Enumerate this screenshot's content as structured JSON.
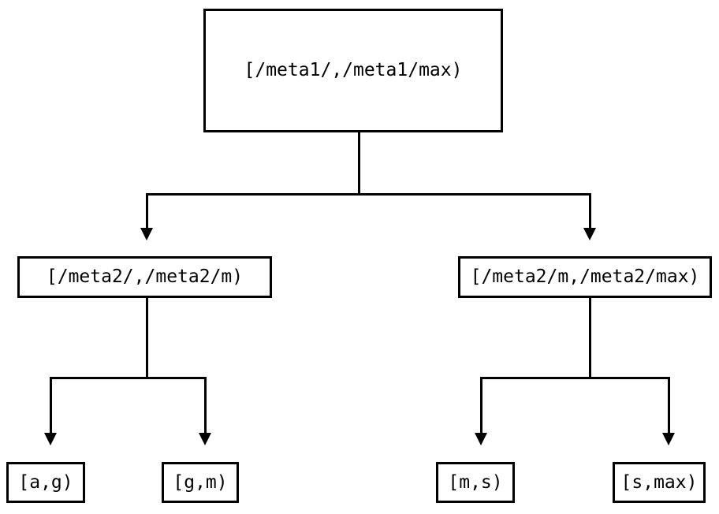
{
  "diagram": {
    "type": "tree",
    "title": "",
    "background_color": "#ffffff",
    "line_color": "#000000",
    "text_color": "#000000",
    "nodes": {
      "root": {
        "label": "[/meta1/,/meta1/max)"
      },
      "mid_left": {
        "label": "[/meta2/,/meta2/m)"
      },
      "mid_right": {
        "label": "[/meta2/m,/meta2/max)"
      },
      "leaf_1": {
        "label": "[a,g)"
      },
      "leaf_2": {
        "label": "[g,m)"
      },
      "leaf_3": {
        "label": "[m,s)"
      },
      "leaf_4": {
        "label": "[s,max)"
      }
    }
  }
}
